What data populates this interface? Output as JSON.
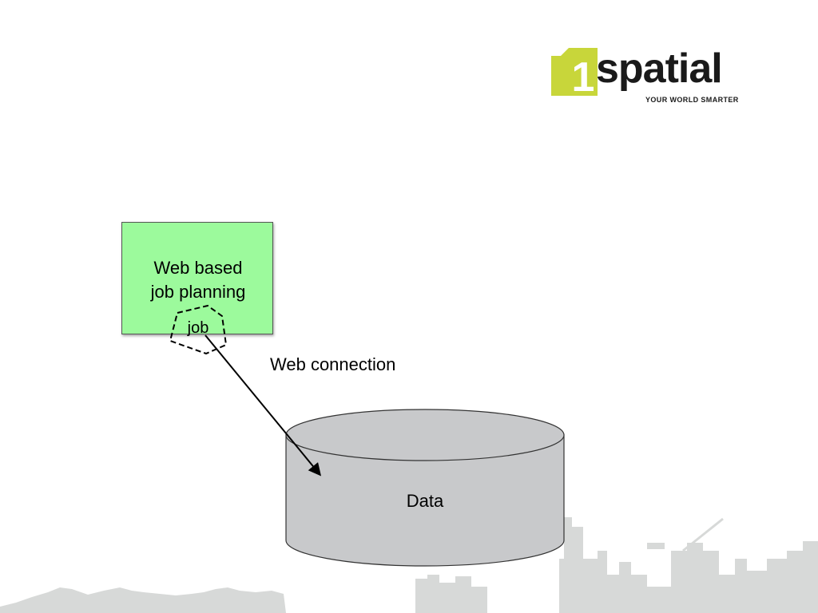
{
  "logo": {
    "mark_text": "1",
    "word_text": "spatial",
    "tagline": "YOUR WORLD SMARTER",
    "accent_color": "#c8d63a"
  },
  "diagram": {
    "web_box": {
      "line1": "Web based",
      "line2": "job planning",
      "fill_color": "#9cfa9c"
    },
    "job_label": "job",
    "connection_label": "Web connection",
    "database_label": "Data",
    "database_color": "#c8c9cb"
  }
}
